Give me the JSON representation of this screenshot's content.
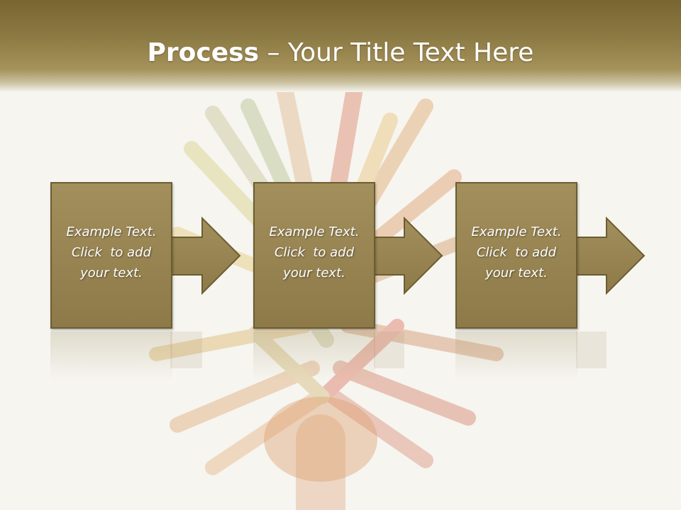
{
  "title": {
    "bold": "Process",
    "rest": " – Your Title Text Here"
  },
  "steps": [
    {
      "line1": "Example Text.",
      "line2": "Click  to add",
      "line3": "your text."
    },
    {
      "line1": "Example Text.",
      "line2": "Click  to add",
      "line3": "your text."
    },
    {
      "line1": "Example Text.",
      "line2": "Click  to add",
      "line3": "your text."
    }
  ],
  "colors": {
    "header": "#8c7a44",
    "box_fill": "#9a8853",
    "box_border": "#6c5d31",
    "text": "#ffffff"
  }
}
